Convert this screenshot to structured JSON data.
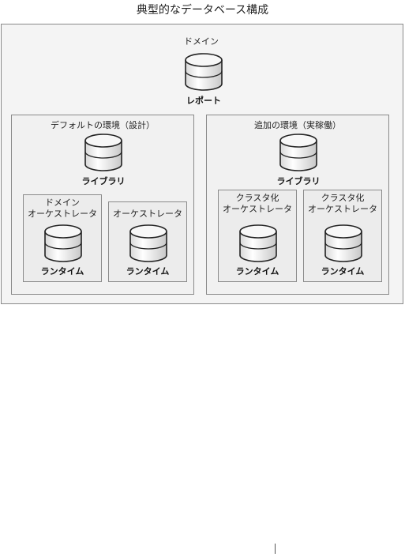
{
  "title": "典型的なデータベース構成",
  "domain_section": {
    "label": "ドメイン",
    "database": {
      "name": "レポート",
      "icon": "database-cylinder-icon"
    }
  },
  "environments": [
    {
      "label": "デフォルトの環境（設計）",
      "library": {
        "name": "ライブラリ",
        "icon": "database-cylinder-icon"
      },
      "orchestrators": [
        {
          "label_line1": "ドメイン",
          "label_line2": "オーケストレータ",
          "runtime": "ランタイム"
        },
        {
          "label_line1": "",
          "label_line2": "オーケストレータ",
          "runtime": "ランタイム"
        }
      ]
    },
    {
      "label": "追加の環境（実稼働）",
      "library": {
        "name": "ライブラリ",
        "icon": "database-cylinder-icon"
      },
      "orchestrators": [
        {
          "label_line1": "クラスタ化",
          "label_line2": "オーケストレータ",
          "runtime": "ランタイム"
        },
        {
          "label_line1": "クラスタ化",
          "label_line2": "オーケストレータ",
          "runtime": "ランタイム"
        }
      ]
    }
  ]
}
